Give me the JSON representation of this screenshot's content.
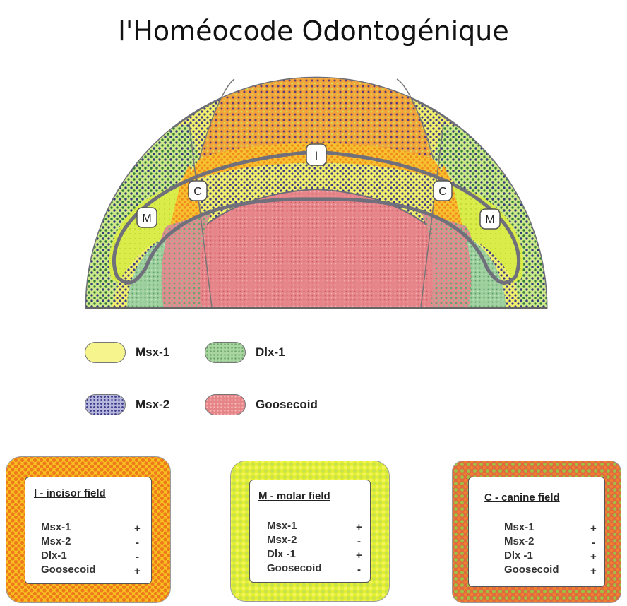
{
  "title": "l'Homéocode Odontogénique",
  "diagram": {
    "zone_labels": {
      "incisor": "I",
      "canine": "C",
      "molar": "M"
    }
  },
  "legend": [
    {
      "label": "Msx-1",
      "pattern": "msx1"
    },
    {
      "label": "Dlx-1",
      "pattern": "dlx1"
    },
    {
      "label": "Msx-2",
      "pattern": "msx2"
    },
    {
      "label": "Goosecoid",
      "pattern": "goose"
    }
  ],
  "fields": [
    {
      "title": "I - incisor field",
      "pattern": "incisorBorder",
      "rows": [
        {
          "gene": "Msx-1",
          "sign": "+"
        },
        {
          "gene": "Msx-2",
          "sign": "-"
        },
        {
          "gene": "Dlx-1",
          "sign": "-"
        },
        {
          "gene": "Goosecoid",
          "sign": "+"
        }
      ]
    },
    {
      "title": "M - molar field",
      "pattern": "molarBorder",
      "rows": [
        {
          "gene": "Msx-1",
          "sign": "+"
        },
        {
          "gene": "Msx-2",
          "sign": "-"
        },
        {
          "gene": "Dlx -1",
          "sign": "+"
        },
        {
          "gene": "Goosecoid",
          "sign": "-"
        }
      ]
    },
    {
      "title": "C - canine field",
      "pattern": "canineBorder",
      "rows": [
        {
          "gene": "Msx-1",
          "sign": "+"
        },
        {
          "gene": "Msx-2",
          "sign": "-"
        },
        {
          "gene": "Dlx -1",
          "sign": "+"
        },
        {
          "gene": "Goosecoid",
          "sign": "+"
        }
      ]
    }
  ],
  "colors": {
    "msx1": "#f4f28a",
    "msx2_dots": "#4b4aa0",
    "dlx1": "#9fce95",
    "goose": "#e88b8b",
    "orange": "#f5a623",
    "outline": "#6e6e78"
  }
}
